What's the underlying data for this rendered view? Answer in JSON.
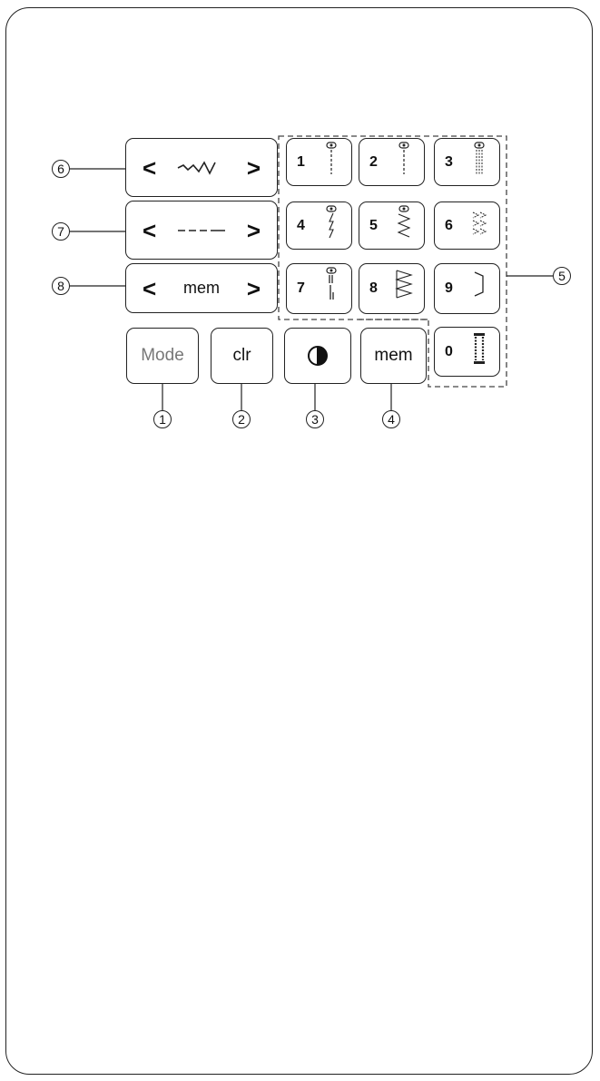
{
  "arrows": {
    "left": "<",
    "right": ">"
  },
  "wide_buttons": [
    {
      "center": "~~\\/\\/\\/",
      "callout": "6"
    },
    {
      "center": "---—",
      "callout": "7"
    },
    {
      "center": "mem",
      "callout": "8"
    }
  ],
  "pattern_keys": [
    "1",
    "2",
    "3",
    "4",
    "5",
    "6",
    "7",
    "8",
    "9",
    "0"
  ],
  "bottom_keys": {
    "mode": "Mode",
    "clr": "clr",
    "mem": "mem"
  },
  "callouts": {
    "mode": "1",
    "clr": "2",
    "twin_needle": "3",
    "mem": "4",
    "pattern_group": "5"
  }
}
